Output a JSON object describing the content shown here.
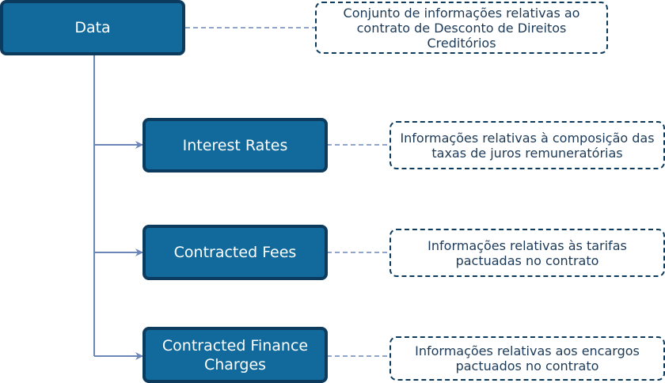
{
  "colors": {
    "node_fill": "#116a9b",
    "node_border": "#0d3b5e",
    "connector": "#6d86b8",
    "note_border": "#0d3b5e"
  },
  "root": {
    "label": "Data",
    "note": "Conjunto de informações relativas ao contrato de Desconto de Direitos Creditórios"
  },
  "children": [
    {
      "label": "Interest Rates",
      "note": "Informações relativas à composição das taxas de juros remuneratórias"
    },
    {
      "label": "Contracted Fees",
      "note": "Informações relativas às tarifas pactuadas no contrato"
    },
    {
      "label": "Contracted Finance Charges",
      "note": "Informações relativas aos encargos pactuados no contrato"
    }
  ]
}
